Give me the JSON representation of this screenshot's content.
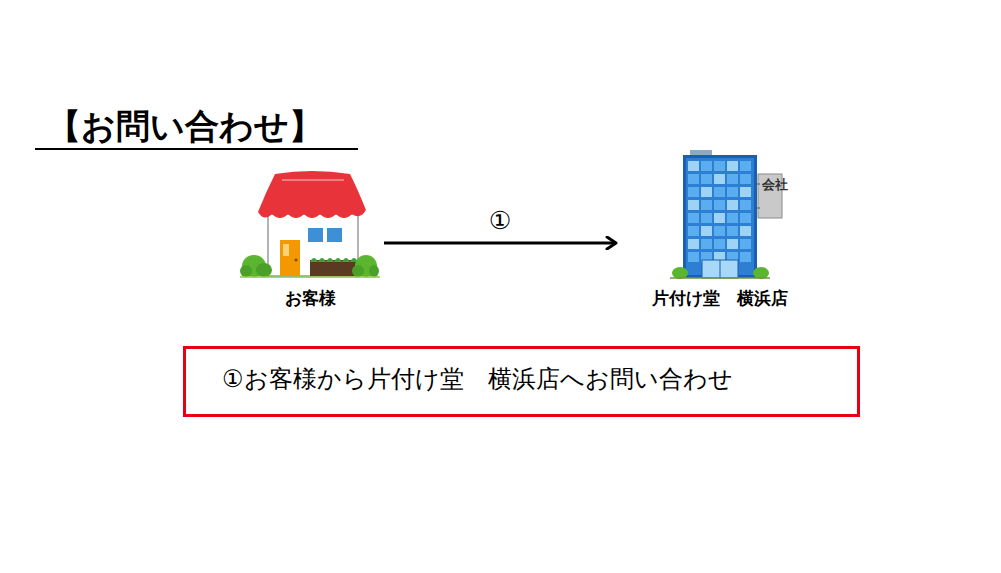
{
  "diagram": {
    "title": "【お問い合わせ】",
    "nodes": [
      {
        "text": [
          "お客様"
        ]
      },
      {
        "text": [
          "片付け堂　横浜店"
        ]
      },
      {
        "text": [
          "①お客様から片付け堂　横浜店へお問い合わせ"
        ]
      }
    ],
    "edges": [
      {
        "from": 0,
        "to": 1,
        "label": "①",
        "arrow": "to"
      }
    ],
    "labels": [
      "会社"
    ]
  }
}
